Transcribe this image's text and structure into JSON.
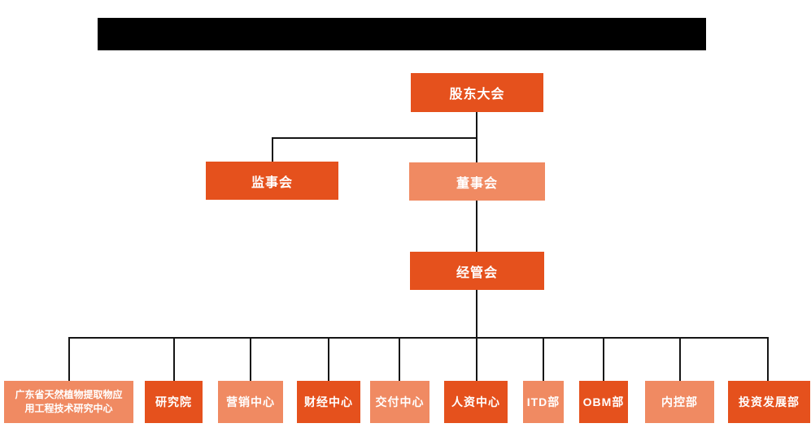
{
  "colors": {
    "primary": "#E5511D",
    "secondary": "#F08A62",
    "line": "#151515",
    "redacted_bar": "#000000",
    "text": "#FFFFFF"
  },
  "org_chart": {
    "root": {
      "label": "股东大会"
    },
    "level2": [
      {
        "label": "监事会",
        "variant": "primary"
      },
      {
        "label": "董事会",
        "variant": "secondary"
      }
    ],
    "level3": {
      "label": "经管会"
    },
    "departments": [
      {
        "label": "广东省天然植物提取物应用工程技术研究中心",
        "variant": "secondary"
      },
      {
        "label": "研究院",
        "variant": "primary"
      },
      {
        "label": "营销中心",
        "variant": "secondary"
      },
      {
        "label": "财经中心",
        "variant": "primary"
      },
      {
        "label": "交付中心",
        "variant": "secondary"
      },
      {
        "label": "人资中心",
        "variant": "primary"
      },
      {
        "label": "ITD部",
        "variant": "secondary"
      },
      {
        "label": "OBM部",
        "variant": "primary"
      },
      {
        "label": "内控部",
        "variant": "secondary"
      },
      {
        "label": "投资发展部",
        "variant": "primary"
      }
    ]
  }
}
